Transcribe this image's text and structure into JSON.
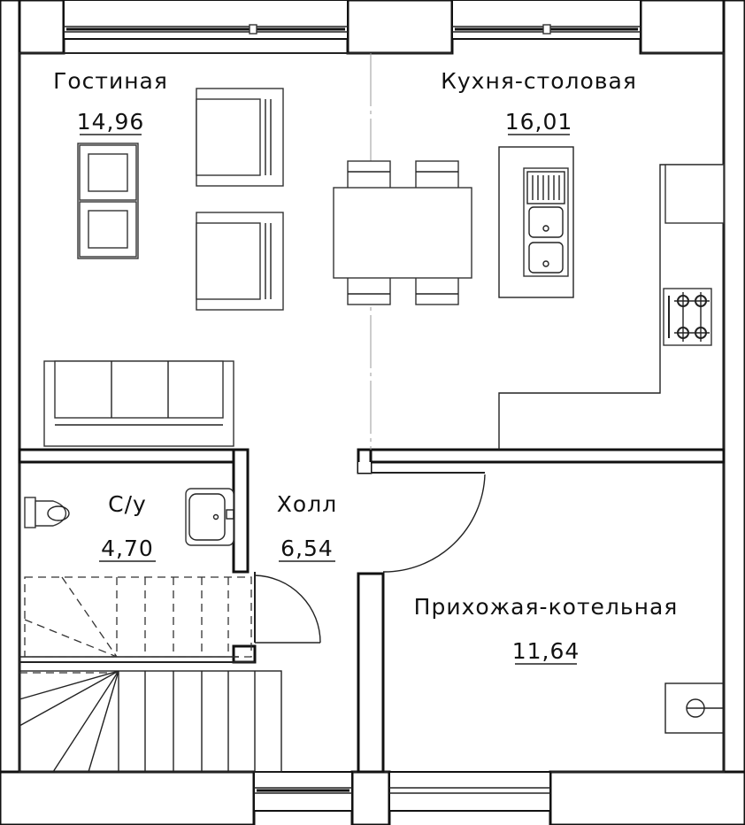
{
  "rooms": [
    {
      "id": "living",
      "name": "Гостиная",
      "area": "14,96"
    },
    {
      "id": "kitchen",
      "name": "Кухня-столовая",
      "area": "16,01"
    },
    {
      "id": "bathroom",
      "name": "С/у",
      "area": "4,70"
    },
    {
      "id": "hall",
      "name": "Холл",
      "area": "6,54"
    },
    {
      "id": "entry",
      "name": "Прихожая-котельная",
      "area": "11,64"
    }
  ],
  "colors": {
    "line": "#111111",
    "background": "#ffffff",
    "hatch": "#555555"
  }
}
